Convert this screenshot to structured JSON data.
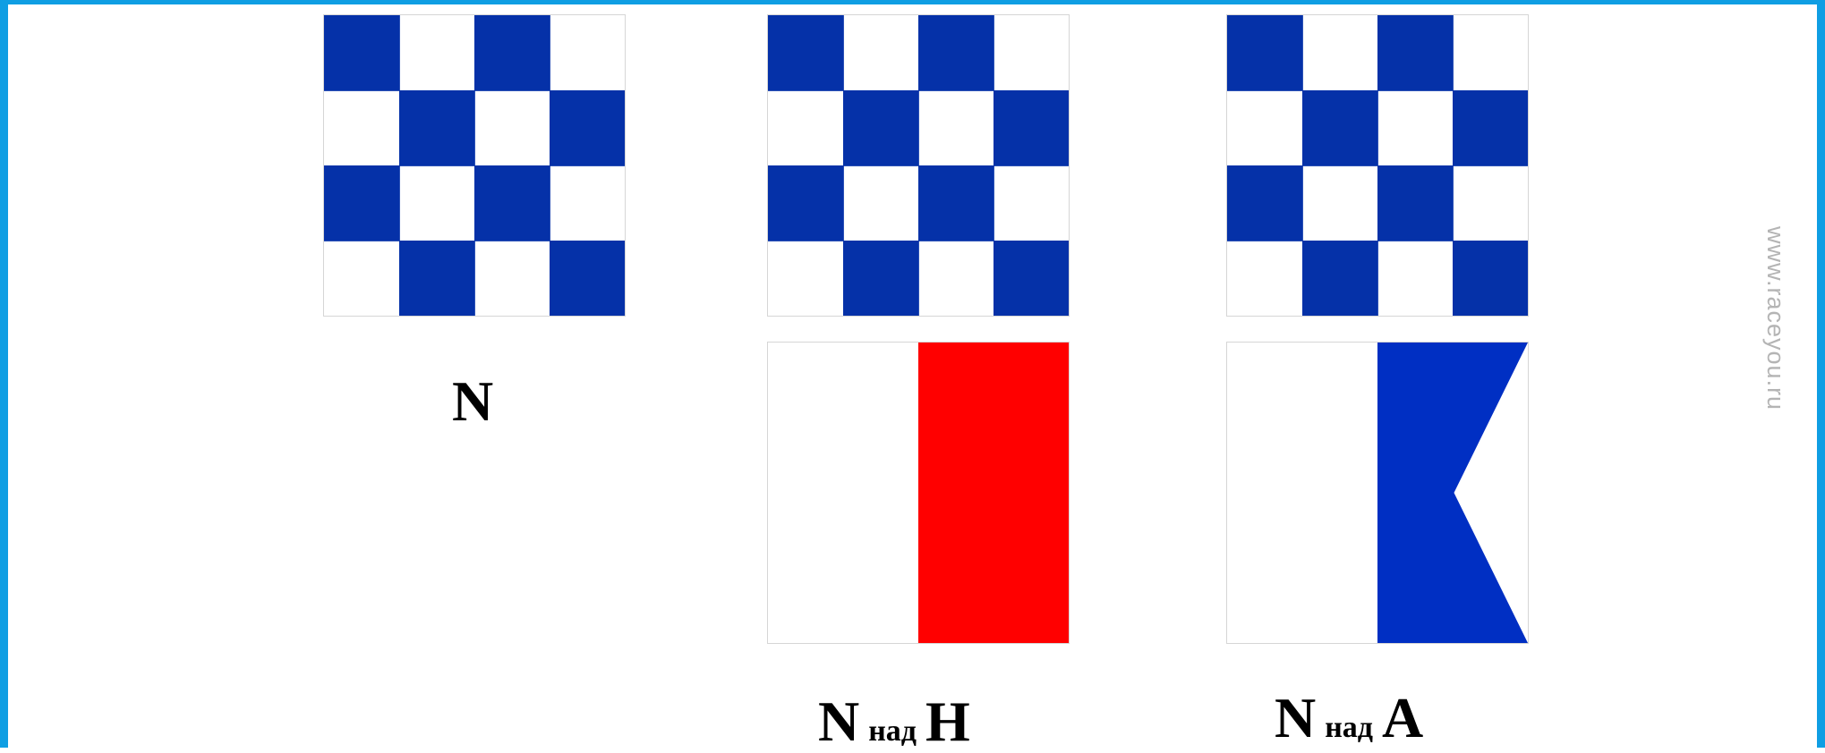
{
  "colors": {
    "frame": "#0f9ee3",
    "checker_blue": "#0531a8",
    "flag_h_red": "#ff0000",
    "flag_a_blue": "#002fc3"
  },
  "flags": {
    "n_single": {
      "icon": "signal-flag-n-checkered"
    },
    "n_over_h_top": {
      "icon": "signal-flag-n-checkered"
    },
    "n_over_h_bottom": {
      "icon": "signal-flag-h-white-red"
    },
    "n_over_a_top": {
      "icon": "signal-flag-n-checkered"
    },
    "n_over_a_bottom": {
      "icon": "signal-flag-a-swallowtail"
    }
  },
  "captions": {
    "n": {
      "letter": "N"
    },
    "n_over_h": {
      "top": "N",
      "connector": "над",
      "bottom": "H"
    },
    "n_over_a": {
      "top": "N",
      "connector": "над",
      "bottom": "A"
    }
  },
  "watermark": "www.raceyou.ru"
}
